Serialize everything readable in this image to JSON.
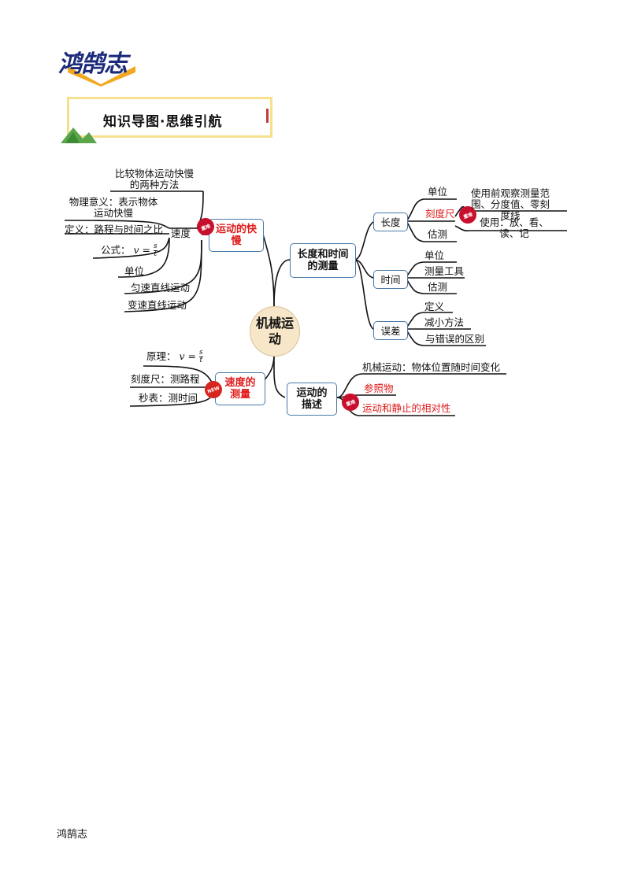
{
  "logo": {
    "text": "鸿鹄志"
  },
  "banner": {
    "title": "知识导图·思维引航"
  },
  "center": {
    "label": "机械运动"
  },
  "branches": {
    "speed_compare": {
      "label": "运动的快慢",
      "badge": "重难",
      "speed": "速度",
      "items": {
        "methods": "比较物体运动快慢的两种方法",
        "meaning": "物理意义：表示物体运动快慢",
        "definition": "定义：路程与时间之比",
        "formula": "公式：",
        "unit": "单位",
        "uniform": "匀速直线运动",
        "variable": "变速直线运动"
      }
    },
    "speed_measure": {
      "label": "速度的测量",
      "badge": "NEW",
      "items": {
        "principle": "原理：",
        "ruler": "刻度尺：测路程",
        "stopwatch": "秒表：测时间"
      }
    },
    "length_time": {
      "label": "长度和时间的测量",
      "length": {
        "label": "长度",
        "unit": "单位",
        "ruler": "刻度尺",
        "ruler_badge": "重难",
        "ruler_before": "使用前观察测量范围、分度值、零刻度线",
        "ruler_use": "使用：放、看、读、记",
        "estimate": "估测"
      },
      "time": {
        "label": "时间",
        "unit": "单位",
        "tool": "测量工具",
        "estimate": "估测"
      },
      "error": {
        "label": "误差",
        "definition": "定义",
        "reduce": "减小方法",
        "difference": "与错误的区别"
      }
    },
    "motion_desc": {
      "label": "运动的描述",
      "badge": "重难",
      "items": {
        "mech": "机械运动：物体位置随时间变化",
        "reference": "参照物",
        "relative": "运动和静止的相对性"
      }
    }
  },
  "formula": {
    "v": "v",
    "eq": "=",
    "s": "s",
    "t": "t"
  },
  "colors": {
    "accent_red": "#e01b1b",
    "box_border": "#4a7aa8",
    "center_fill": "#f7e7c8",
    "banner_border": "#f6e08e",
    "badge": "#c8102e"
  },
  "footer": {
    "text": "鸿鹄志"
  }
}
